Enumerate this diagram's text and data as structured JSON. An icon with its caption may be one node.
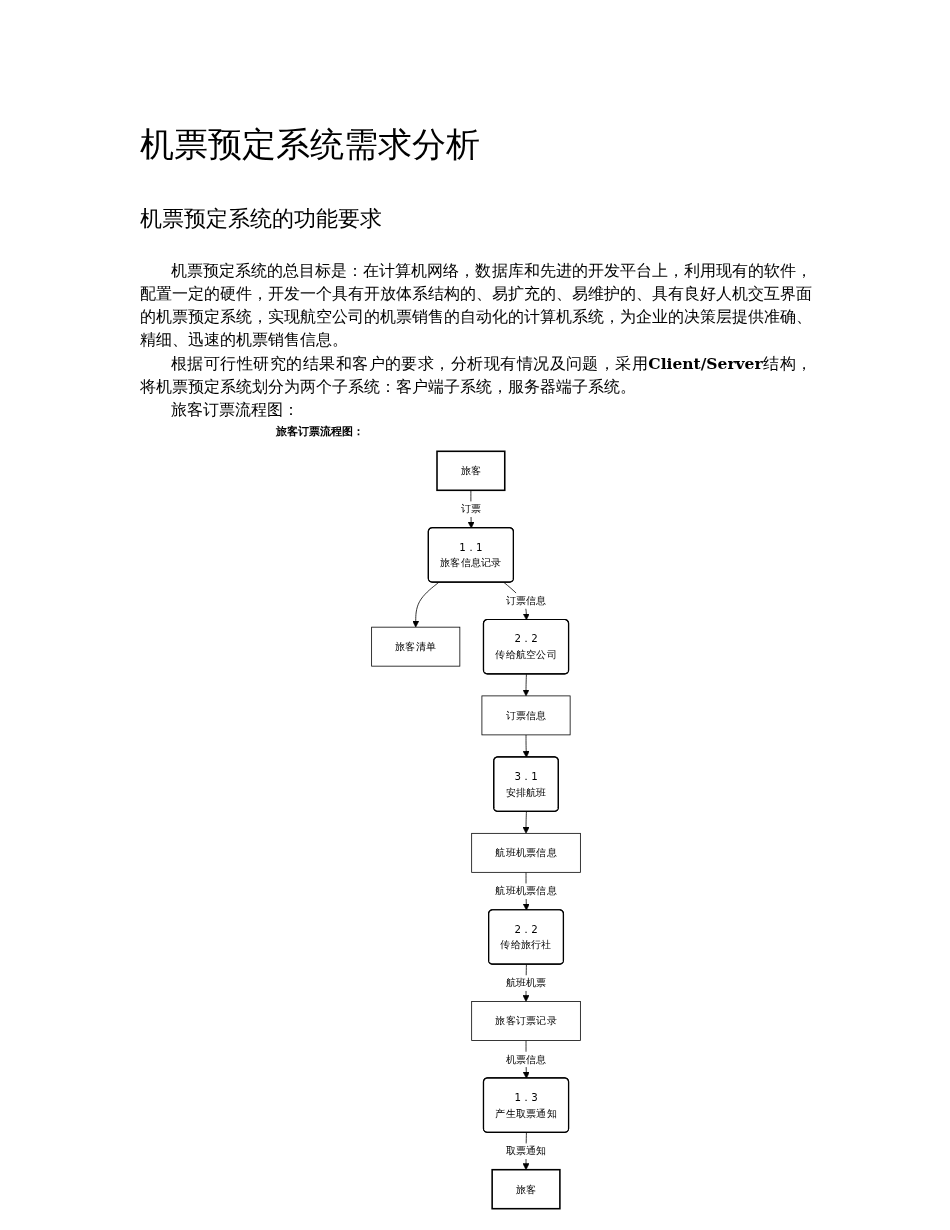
{
  "diagram": {
    "title": "机票预定系统需求分析",
    "nodes": [
      {
        "text": [
          "旅客"
        ]
      },
      {
        "text": [
          "旅客清单"
        ]
      },
      {
        "text": [
          "1．1",
          "旅客信息记录"
        ]
      },
      {
        "text": [
          "2．2",
          "传给旅行社"
        ]
      },
      {
        "text": [
          "旅客订票记录"
        ]
      },
      {
        "text": [
          "1．3",
          "产生取票通知"
        ]
      },
      {
        "text": [
          "航班机票信息"
        ]
      },
      {
        "text": [
          "2．2",
          "传给航空公司"
        ]
      },
      {
        "text": [
          "3．1",
          "安排航班"
        ]
      },
      {
        "text": [
          "旅客"
        ]
      },
      {
        "text": [
          "订票信息"
        ]
      }
    ],
    "edges": [
      {
        "from": 0,
        "to": 2,
        "arrow": "to",
        "label": "订票"
      },
      {
        "from": 2,
        "to": 1,
        "arrow": "to"
      },
      {
        "from": 2,
        "to": 7,
        "arrow": "to",
        "label": "订票信息"
      },
      {
        "from": 7,
        "to": 10,
        "arrow": "to"
      },
      {
        "from": 10,
        "to": 8,
        "arrow": "to"
      },
      {
        "from": 8,
        "to": 6,
        "arrow": "to"
      },
      {
        "from": 6,
        "to": 3,
        "arrow": "to",
        "label": "航班机票信息"
      },
      {
        "from": 3,
        "to": 4,
        "arrow": "to",
        "label": "航班机票"
      },
      {
        "from": 4,
        "to": 5,
        "arrow": "to",
        "label": "机票信息"
      },
      {
        "from": 5,
        "to": 9,
        "arrow": "to",
        "label": "取票通知"
      }
    ],
    "labels": [
      "机票预定系统的功能要求",
      "机票预定系统的总目标是：在计算机网络，数据库和先进的开发平台上，利用现有的软件，配置一定的硬件，开发一个具有开放体系结构的、易扩充的、易维护的、具有良好人机交互界面的机票预定系统，实现航空公司的机票销售的自动化的计算机系统，为企业的决策层提供准确、精细、迅速的机票销售信息。",
      "根据可行性研究的结果和客户的要求，分析现有情况及问题，采用**Client/Server**结构，将机票预定系统划分为两个子系统：客户端子系统，服务器端子系统。",
      "旅客订票流程图：",
      "旅客订票流程图："
    ]
  }
}
